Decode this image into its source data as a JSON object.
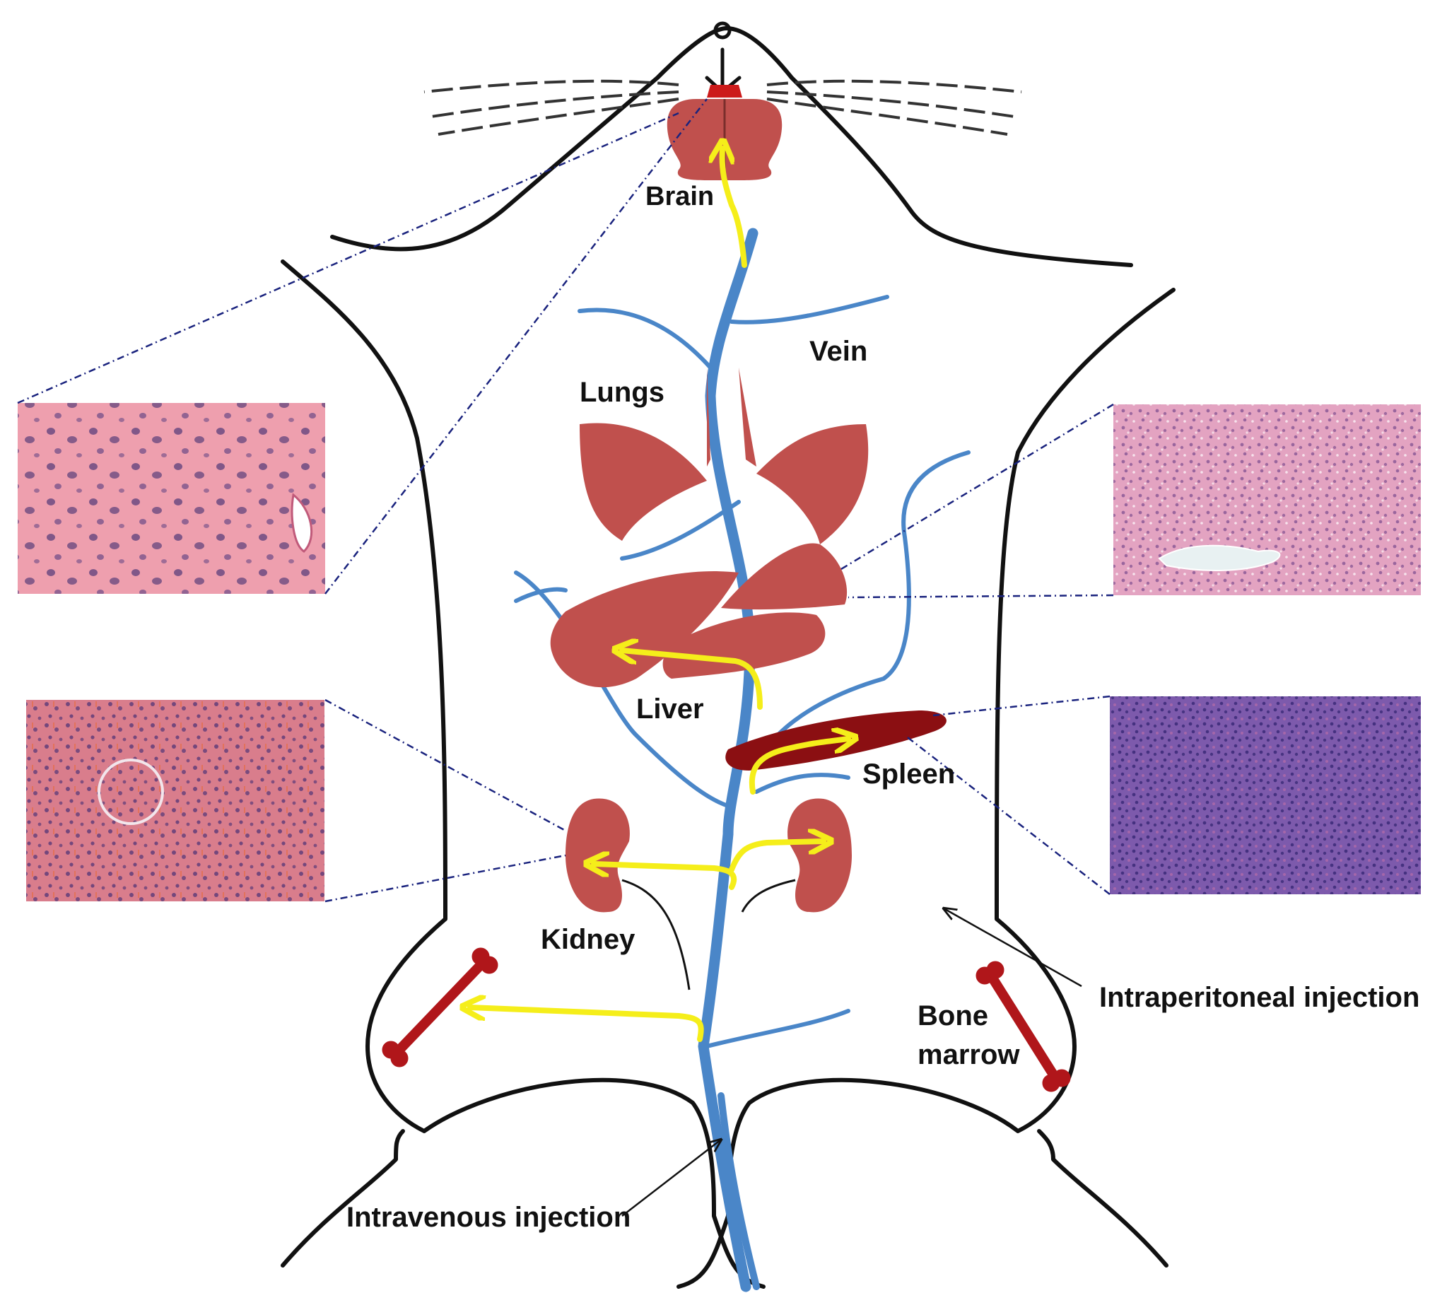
{
  "labels": {
    "brain": "Brain",
    "vein": "Vein",
    "lungs": "Lungs",
    "liver": "Liver",
    "spleen": "Spleen",
    "kidney": "Kidney",
    "bone_marrow_line1": "Bone",
    "bone_marrow_line2": "marrow",
    "intraperitoneal": "Intraperitoneal injection",
    "intravenous": "Intravenous injection"
  },
  "colors": {
    "outline": "#111111",
    "vein": "#4a86c8",
    "organ": "#c0504d",
    "spleen": "#8b0f12",
    "bone": "#b0161a",
    "arrow": "#f5ee1a",
    "leader": "#1a237e",
    "tissue_brain": "#f0a0b0",
    "tissue_liver": "#e6a7c4",
    "tissue_kidney": "#d98090",
    "tissue_spleen": "#7a4fa8"
  },
  "tissue_panels": [
    {
      "name": "brain-histology",
      "organ": "Brain"
    },
    {
      "name": "kidney-histology",
      "organ": "Kidney"
    },
    {
      "name": "liver-histology",
      "organ": "Liver"
    },
    {
      "name": "spleen-histology",
      "organ": "Spleen"
    }
  ]
}
